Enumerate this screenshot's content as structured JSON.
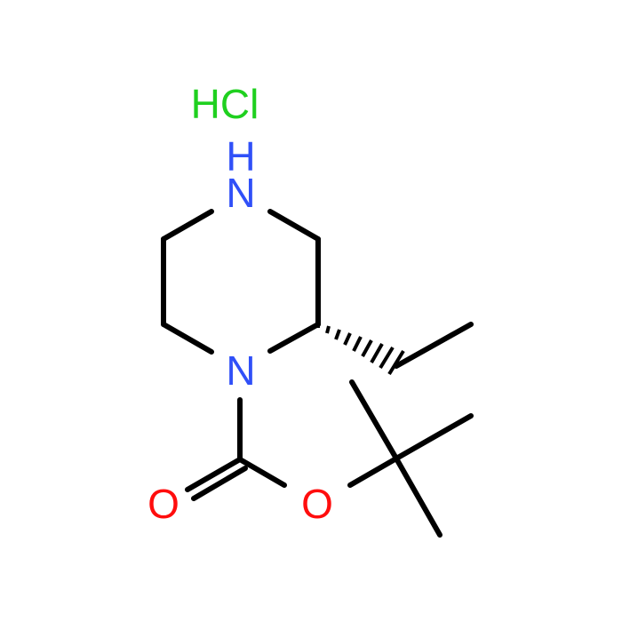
{
  "molecule": {
    "salt_label": "HCl",
    "atoms": {
      "n_top": "N",
      "n_top_h": "H",
      "n_bottom": "N",
      "o_carbonyl": "O",
      "o_ester": "O"
    }
  },
  "colors": {
    "bond": "#000000",
    "nitrogen": "#3050F8",
    "oxygen": "#FF0D0D",
    "chlorine_salt": "#1FD01F"
  }
}
